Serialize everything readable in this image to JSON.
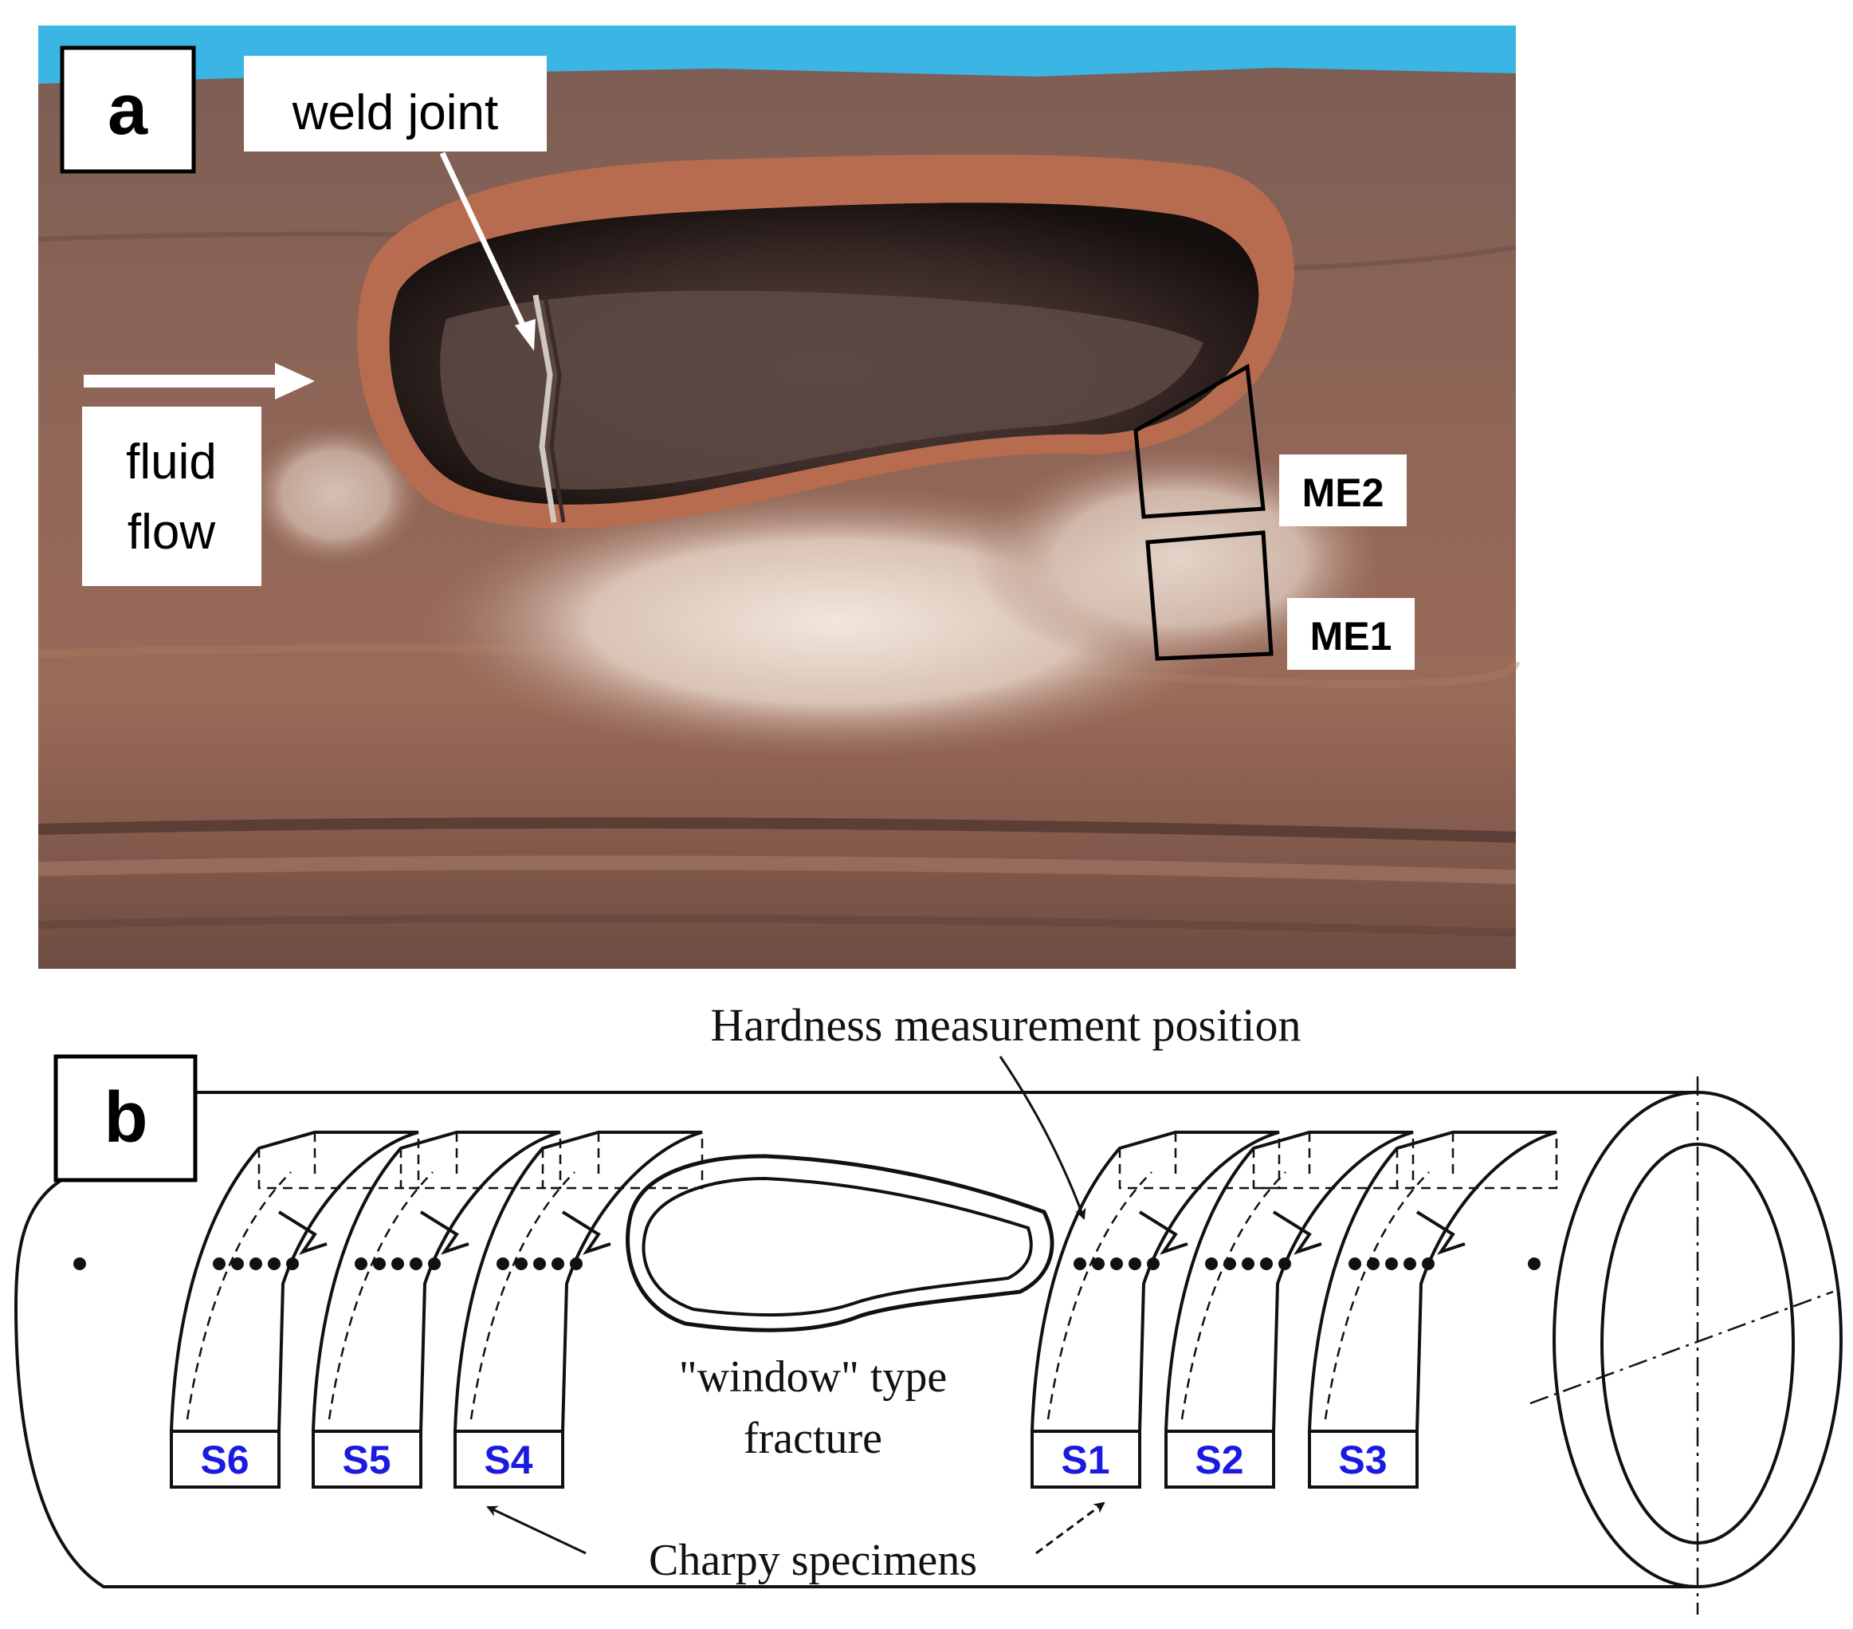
{
  "panel_a": {
    "panel_letter": "a",
    "weld_label": "weld joint",
    "flow_label_line1": "fluid",
    "flow_label_line2": "flow",
    "region_labels": [
      "ME2",
      "ME1"
    ]
  },
  "panel_b": {
    "panel_letter": "b",
    "hardness_label": "Hardness measurement position",
    "fracture_label_line1": "\"window\" type",
    "fracture_label_line2": "fracture",
    "charpy_label": "Charpy specimens",
    "specimens": [
      "S6",
      "S5",
      "S4",
      "S1",
      "S2",
      "S3"
    ]
  },
  "colors": {
    "sky": "#3bb6e4",
    "rust": "#8a5a48",
    "hole": "#2a1e1c",
    "deposit": "#e8d8cc",
    "specimen_text": "#1a1ae0",
    "line": "#111111"
  }
}
